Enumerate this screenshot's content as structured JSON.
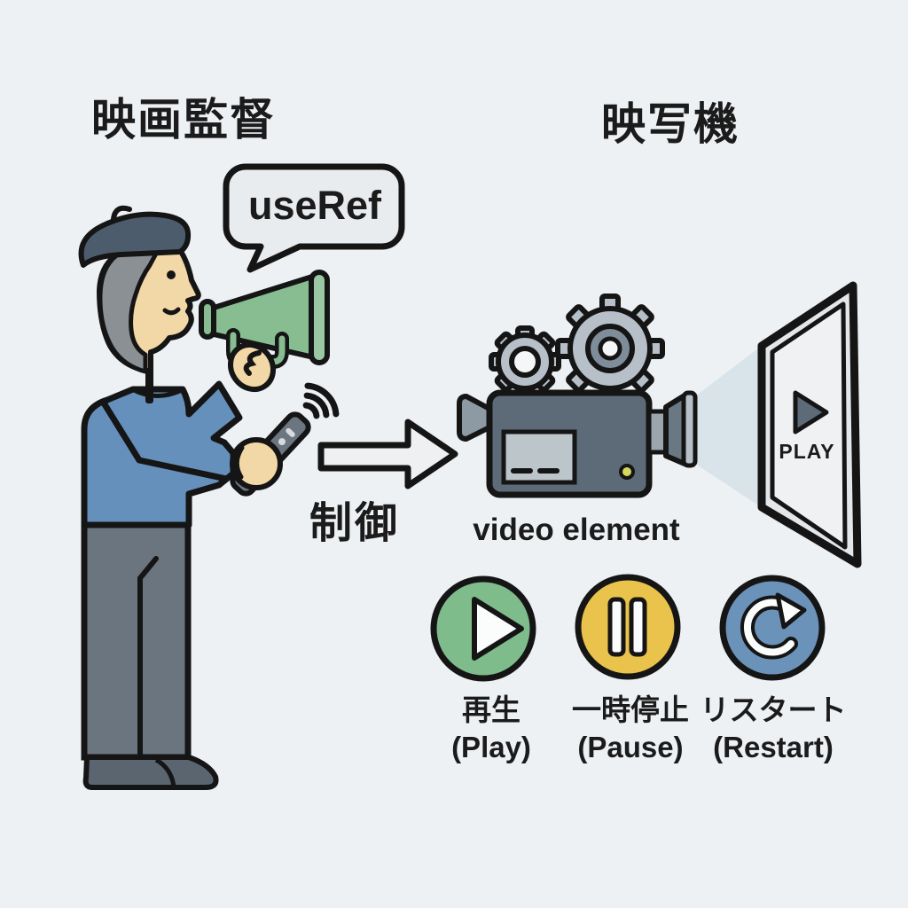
{
  "labels": {
    "director_title": "映画監督",
    "projector_title": "映写機",
    "speech_bubble": "useRef",
    "control": "制御",
    "video_element": "video element",
    "screen_play": "PLAY"
  },
  "buttons": [
    {
      "id": "play",
      "color": "#7fbc8b",
      "jp": "再生",
      "en": "(Play)"
    },
    {
      "id": "pause",
      "color": "#e9c34c",
      "jp": "一時停止",
      "en": "(Pause)"
    },
    {
      "id": "restart",
      "color": "#6b92b8",
      "jp": "リスタート",
      "en": "(Restart)"
    }
  ],
  "colors": {
    "background": "#edf1f4",
    "outline": "#151515",
    "megaphone": "#88bd92",
    "megaphone_light": "#9bc8a3",
    "sweater": "#6690bc",
    "beret": "#4d5c6c",
    "hair": "#8a9094",
    "skin": "#f2d8a6",
    "pants": "#6b7580",
    "shoes": "#5a656f",
    "camera_body": "#5d6b78",
    "camera_panel": "#bcc5ca",
    "gear": "#b7c0c8",
    "gear_ring": "#7e8d99",
    "beam": "#d9e3ea",
    "remote": "#6c7680",
    "icon_white": "#fbfcfc"
  }
}
